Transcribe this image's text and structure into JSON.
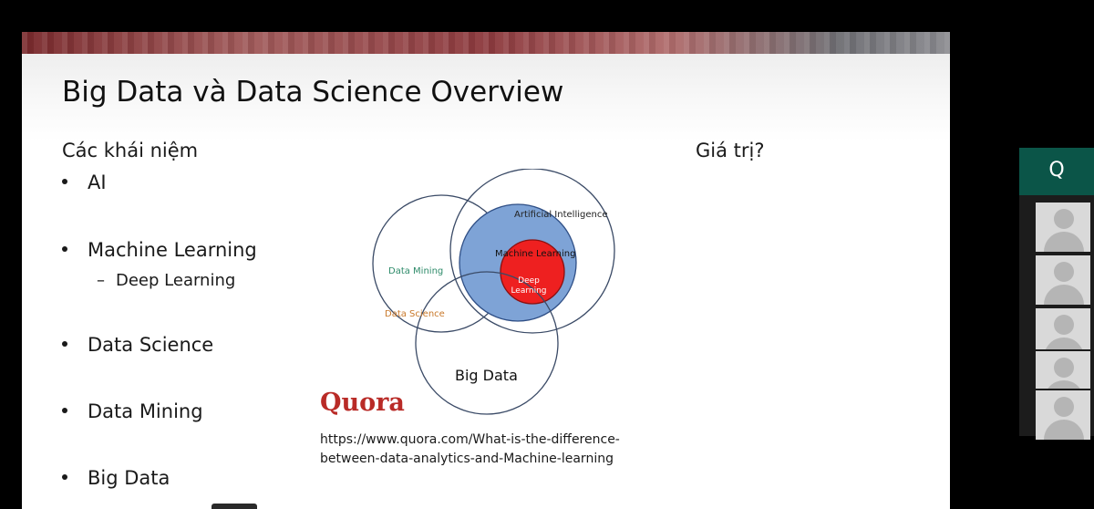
{
  "slide": {
    "title": "Big Data và Data Science Overview",
    "concepts_heading": "Các khái niệm",
    "value_heading": "Giá trị?",
    "bullets": [
      {
        "label": "AI"
      },
      {
        "label": "Machine Learning",
        "sub": [
          "Deep Learning"
        ]
      },
      {
        "label": "Data Science"
      },
      {
        "label": "Data Mining"
      },
      {
        "label": "Big Data"
      }
    ],
    "diagram": {
      "artificial_intelligence": "Artificial Intelligence",
      "machine_learning": "Machine Learning",
      "deep_learning_line1": "Deep",
      "deep_learning_line2": "Learning",
      "data_mining": "Data Mining",
      "data_science": "Data Science",
      "big_data": "Big Data"
    },
    "source_logo": "Quora",
    "source_url": "https://www.quora.com/What-is-the-difference-between-data-analytics-and-Machine-learning"
  },
  "participants": {
    "active_initial": "Q",
    "others_count_icons": [
      "person-avatar-icon",
      "person-avatar-icon",
      "person-avatar-icon",
      "person-avatar-icon",
      "person-avatar-icon"
    ]
  },
  "colors": {
    "machine_learning_fill": "#7ea3d6",
    "deep_learning_fill": "#ee2020",
    "data_mining_text": "#2e8b6a",
    "data_science_text": "#c8782a",
    "quora_red": "#b92b27",
    "active_tile": "#0b5548"
  }
}
